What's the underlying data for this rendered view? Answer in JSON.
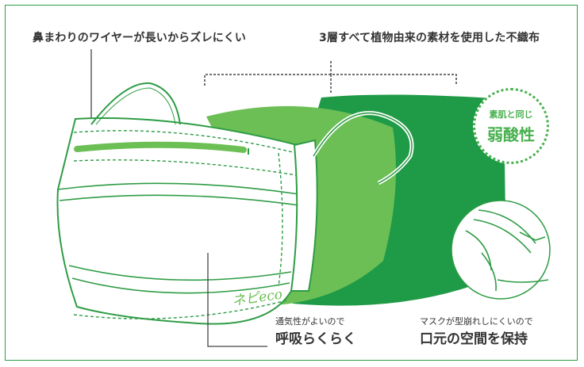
{
  "callouts": {
    "wire": "鼻まわりのワイヤーが長いからズレにくい",
    "layers": "3層すべて植物由来の素材を使用した不織布",
    "breath_small": "通気性がよいので",
    "breath_big": "呼吸らくらく",
    "shape_small": "マスクが型崩れしにくいので",
    "shape_big": "口元の空間を保持"
  },
  "badge": {
    "small": "素肌と同じ",
    "big": "弱酸性"
  },
  "brand": "ネピeco",
  "colors": {
    "frame": "#2e9c45",
    "dark_green": "#1f9a47",
    "light_green": "#6cbf55",
    "badge": "#48b04e",
    "text": "#333333"
  }
}
